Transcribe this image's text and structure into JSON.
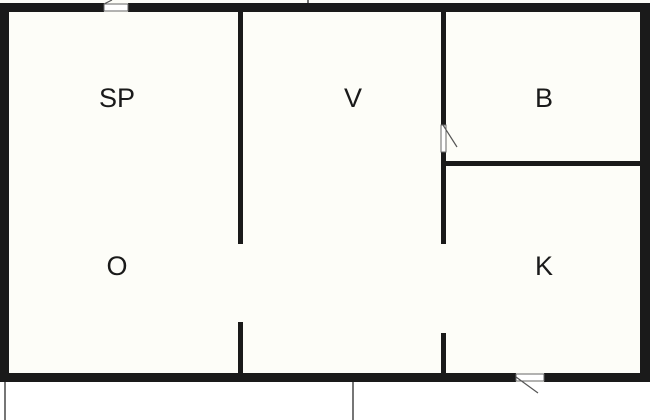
{
  "floor_plan": {
    "rooms": {
      "sp": "SP",
      "v": "V",
      "b": "B",
      "o": "O",
      "k": "K"
    },
    "colors": {
      "floor": "#fdfdf8",
      "wall": "#1a1a1a",
      "page": "#ffffff"
    }
  }
}
